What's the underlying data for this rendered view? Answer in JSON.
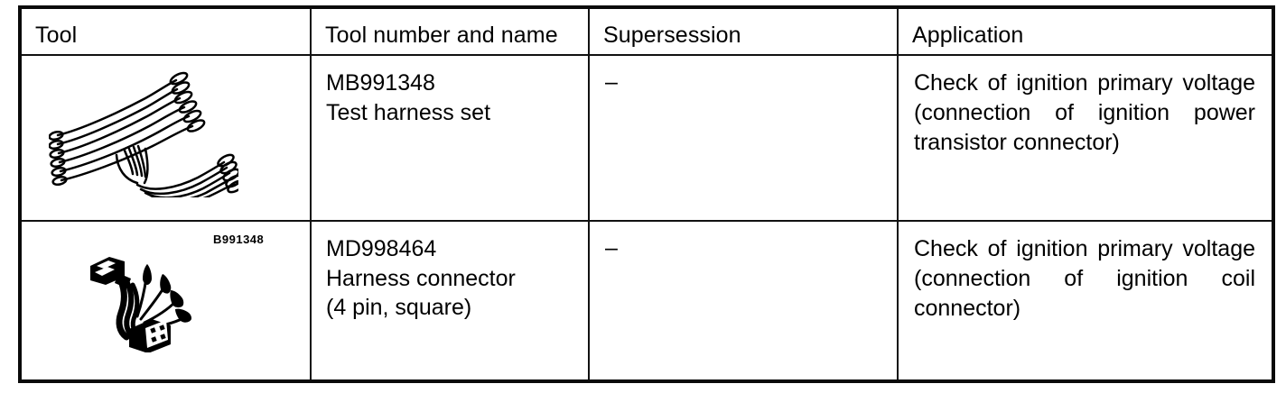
{
  "document": {
    "type": "service-manual-special-tools-table",
    "ink_color": "#000000",
    "paper_color": "#ffffff"
  },
  "table": {
    "headers": [
      {
        "key": "tool",
        "label": "Tool"
      },
      {
        "key": "number_name",
        "label": "Tool number and name"
      },
      {
        "key": "supersession",
        "label": "Supersession"
      },
      {
        "key": "application",
        "label": "Application"
      }
    ],
    "rows": [
      {
        "illustration": {
          "name": "test-harness-set-illustration",
          "caption": "B991348"
        },
        "tool_number": "MB991348",
        "tool_name": "Test harness set",
        "supersession": "–",
        "application": "Check of ignition primary voltage (connection of ignition power transistor connector)"
      },
      {
        "illustration": {
          "name": "harness-connector-illustration",
          "caption": ""
        },
        "tool_number": "MD998464",
        "tool_name": "Harness connector",
        "tool_name_2": "(4 pin, square)",
        "supersession": "–",
        "application": "Check of ignition primary voltage (connection of ignition coil connector)"
      }
    ]
  }
}
